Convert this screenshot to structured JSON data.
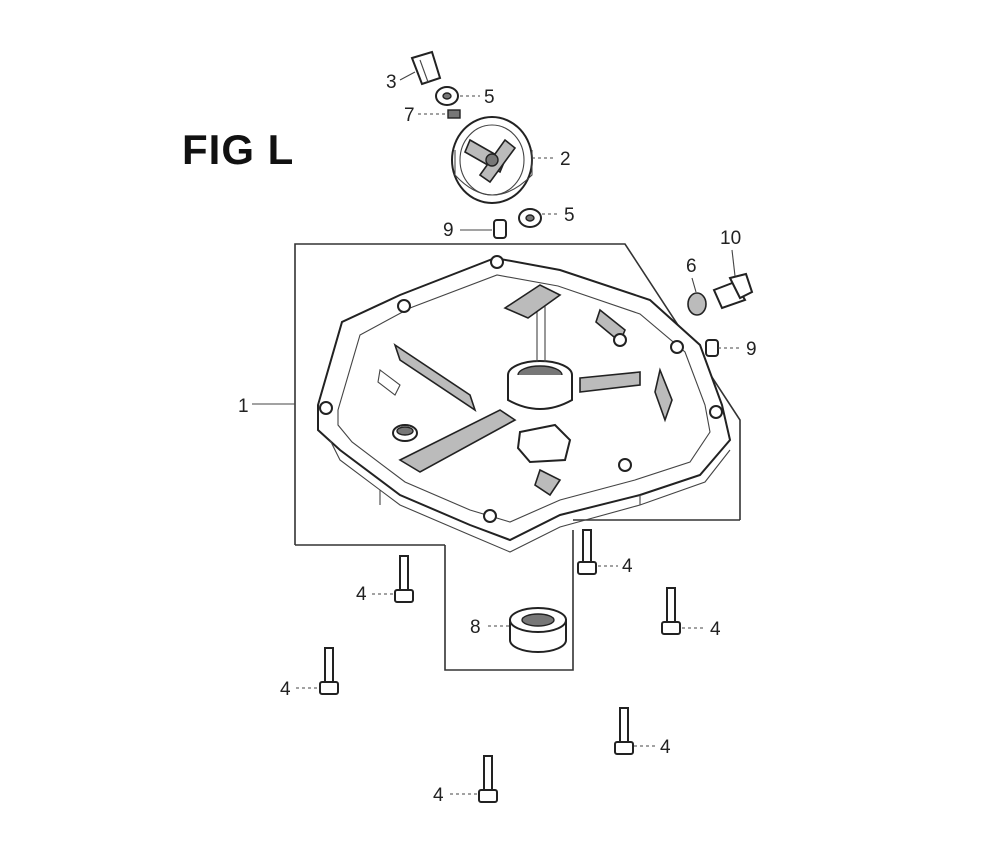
{
  "figure": {
    "title": "FIG L"
  },
  "callouts": {
    "c1": "1",
    "c2": "2",
    "c3": "3",
    "c4a": "4",
    "c4b": "4",
    "c4c": "4",
    "c4d": "4",
    "c4e": "4",
    "c4f": "4",
    "c5a": "5",
    "c5b": "5",
    "c6": "6",
    "c7": "7",
    "c8": "8",
    "c9a": "9",
    "c9b": "9",
    "c10": "10"
  }
}
